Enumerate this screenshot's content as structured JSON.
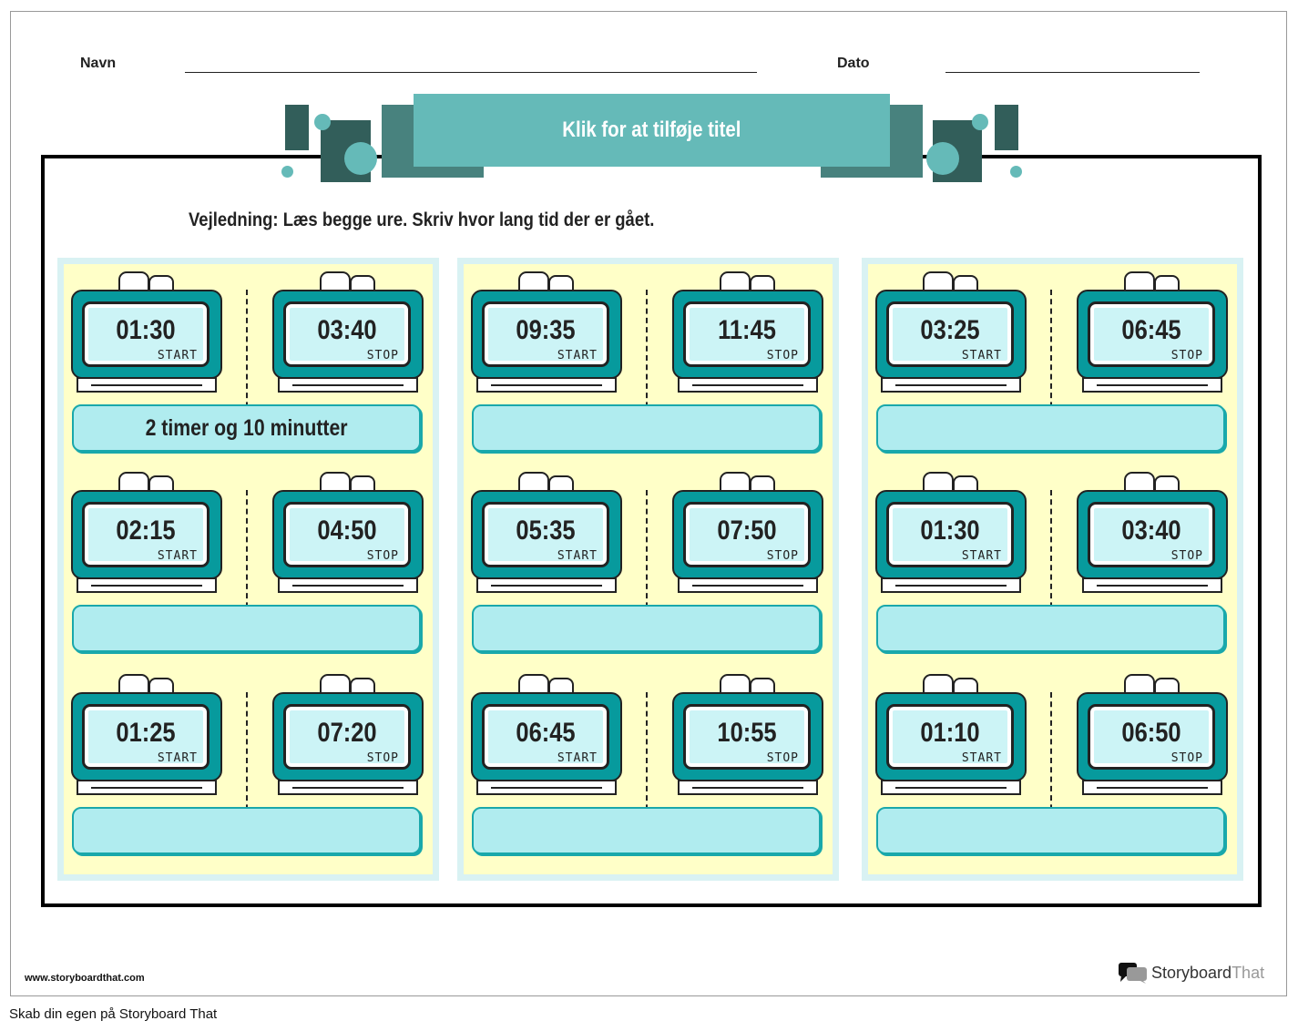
{
  "header": {
    "name_label": "Navn",
    "date_label": "Dato"
  },
  "title": "Klik for at tilføje titel",
  "instructions": "Vejledning: Læs begge ure. Skriv hvor lang tid der er gået.",
  "start_tag": "START",
  "stop_tag": "STOP",
  "colors": {
    "teal": "#079a9d",
    "title_bg": "#65bab8",
    "dark_teal": "#325e5a",
    "panel_bg": "#ffffc8",
    "answer_bg": "#b0ecef"
  },
  "panels": [
    {
      "rows": [
        {
          "start": "01:30",
          "stop": "03:40",
          "answer": "2 timer og 10 minutter"
        },
        {
          "start": "02:15",
          "stop": "04:50",
          "answer": ""
        },
        {
          "start": "01:25",
          "stop": "07:20",
          "answer": ""
        }
      ]
    },
    {
      "rows": [
        {
          "start": "09:35",
          "stop": "11:45",
          "answer": ""
        },
        {
          "start": "05:35",
          "stop": "07:50",
          "answer": ""
        },
        {
          "start": "06:45",
          "stop": "10:55",
          "answer": ""
        }
      ]
    },
    {
      "rows": [
        {
          "start": "03:25",
          "stop": "06:45",
          "answer": ""
        },
        {
          "start": "01:30",
          "stop": "03:40",
          "answer": ""
        },
        {
          "start": "01:10",
          "stop": "06:50",
          "answer": ""
        }
      ]
    }
  ],
  "footer": {
    "website": "www.storyboardthat.com",
    "logo_a": "Storyboard",
    "logo_b": "That",
    "caption": "Skab din egen på Storyboard That"
  }
}
